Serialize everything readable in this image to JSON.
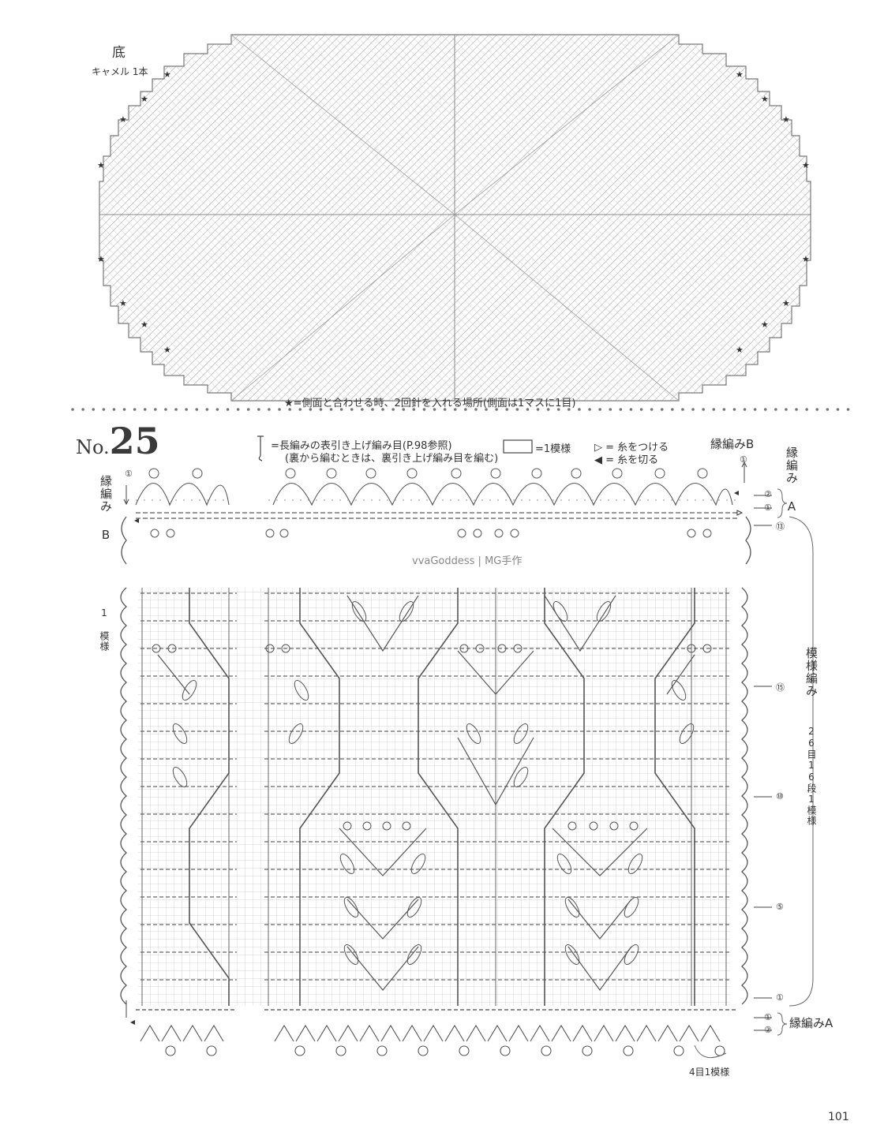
{
  "bottom_chart": {
    "title": "底",
    "yarn": "キャメル 1本",
    "star_note": "★=側面と合わせる時、2回針を入れる場所(側面は1マスに1目)"
  },
  "pattern_no": {
    "prefix": "No.",
    "number": "25"
  },
  "legend": {
    "raised_dc": "=長編みの表引き上げ編み目(P.98参照)",
    "raised_dc_note": "(裏から編むときは、裏引き上げ編み目を編む)",
    "one_repeat_box": "=1模様",
    "attach_yarn": "▷ = 糸をつける",
    "cut_yarn": "◀ = 糸を切る"
  },
  "labels": {
    "edging_b_top": "縁編みB",
    "edging_a_right": "縁編み A",
    "edging_b_left": "縁編み B",
    "repeat_left": "1 模様",
    "pattern_stitch": "模様編み",
    "pattern_count": "26目16段1模様",
    "edging_a_bottom": "縁編みA",
    "four_st_repeat": "4目1模様",
    "watermark": "vvaGoddess | MG手作"
  },
  "row_markers": [
    "①",
    "②",
    "⑬",
    "⑮",
    "⑩",
    "⑤"
  ],
  "page_number": "101",
  "colors": {
    "ink": "#444444",
    "light_ink": "#9a9a9a",
    "dots": "#777777"
  }
}
